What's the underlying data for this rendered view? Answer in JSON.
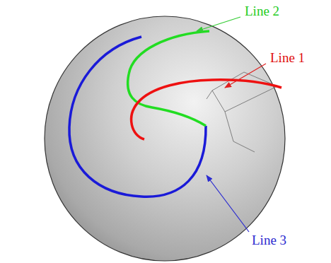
{
  "diagram": {
    "labels": [
      "Line 2",
      "Line 1",
      "Line 3"
    ]
  }
}
